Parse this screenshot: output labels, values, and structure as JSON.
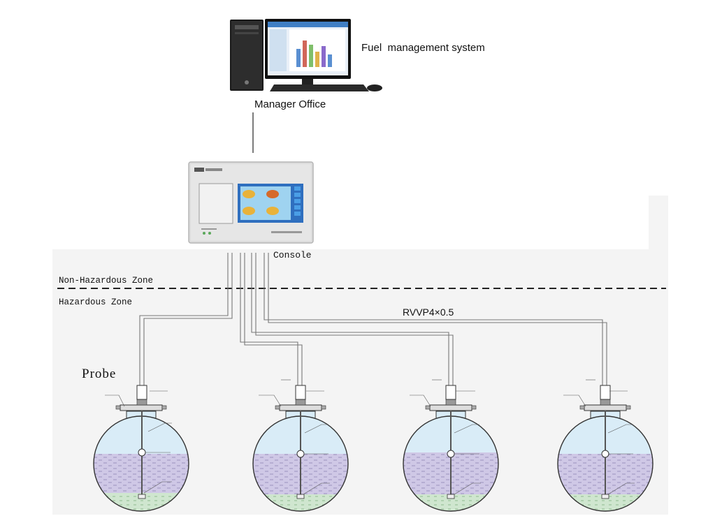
{
  "computer": {
    "system_label": "Fuel  management system",
    "office_label": "Manager Office"
  },
  "console": {
    "label": "Console"
  },
  "zones": {
    "non_hazardous": "Non-Hazardous Zone",
    "hazardous": "Hazardous Zone"
  },
  "cable": {
    "label": "RVVP4×0.5"
  },
  "probe": {
    "label": "Probe"
  },
  "colors": {
    "background_panel": "#f4f4f4",
    "tank_gas": "#d9ecf7",
    "tank_liquid": "#cfc8e6",
    "tank_water": "#cfe6cf",
    "outline": "#333333",
    "dashed_line": "#222222"
  }
}
